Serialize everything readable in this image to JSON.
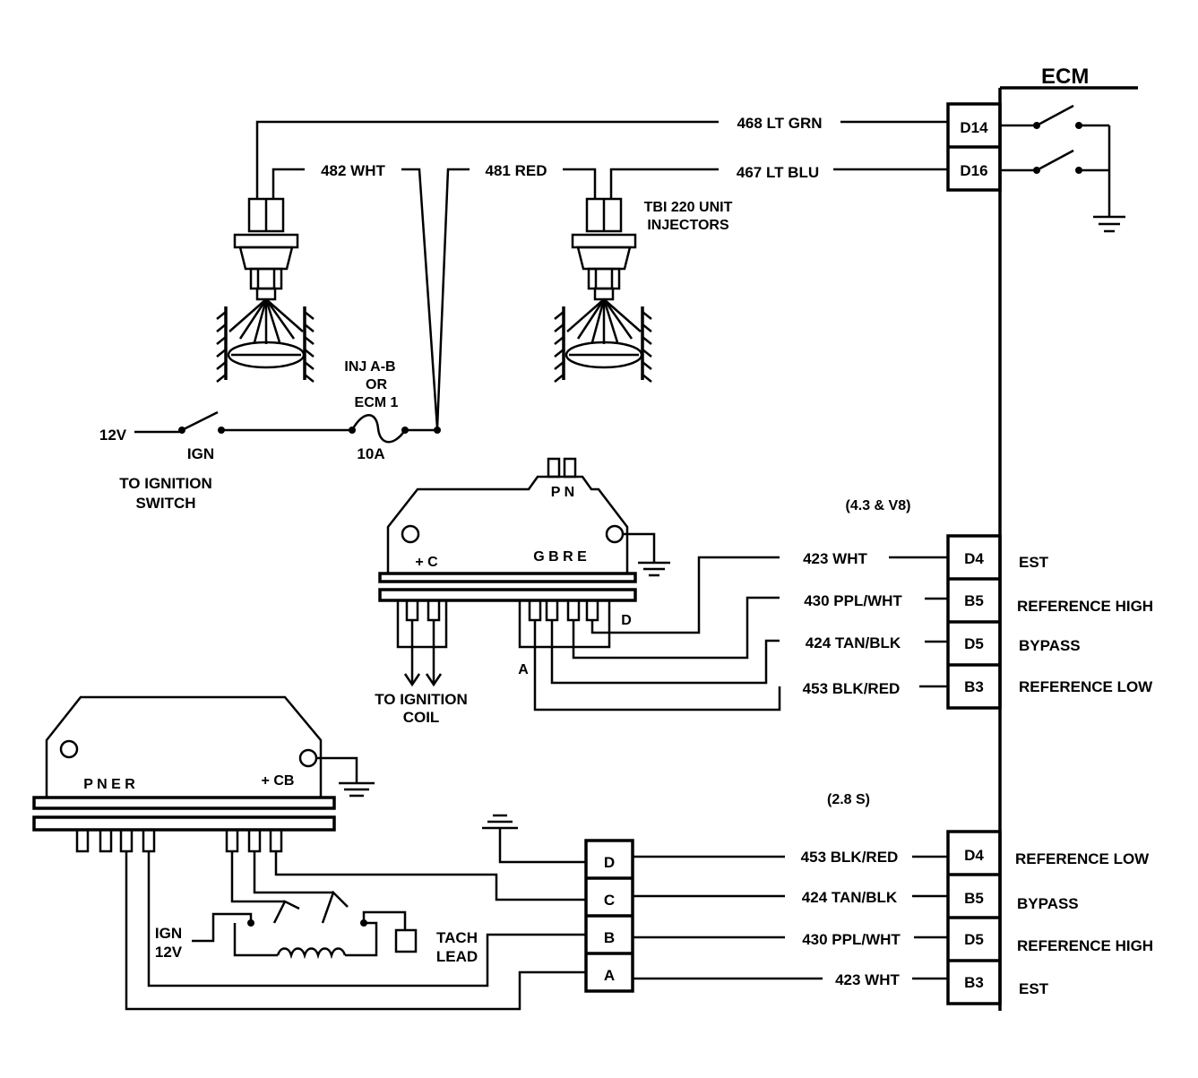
{
  "ecm": {
    "label": "ECM"
  },
  "injectors": {
    "wire_468": "468  LT GRN",
    "wire_482": "482  WHT",
    "wire_481": "481  RED",
    "wire_467": "467  LT BLU",
    "label_line1": "TBI 220 UNIT",
    "label_line2": "INJECTORS",
    "pin_d14": "D14",
    "pin_d16": "D16"
  },
  "power": {
    "v12": "12V",
    "ign": "IGN",
    "switch_line1": "TO IGNITION",
    "switch_line2": "SWITCH",
    "fuse_line1": "INJ A-B",
    "fuse_line2": "OR",
    "fuse_line3": "ECM 1",
    "fuse_rating": "10A"
  },
  "module_v8": {
    "variant": "(4.3 & V8)",
    "top_pins": "P N",
    "left_pins": "+ C",
    "right_pins": "G B R E",
    "pin_a": "A",
    "pin_d": "D",
    "coil_line1": "TO IGNITION",
    "coil_line2": "COIL",
    "rows": [
      {
        "wire": "423 WHT",
        "pin": "D4",
        "func": "EST"
      },
      {
        "wire": "430 PPL/WHT",
        "pin": "B5",
        "func": "REFERENCE HIGH"
      },
      {
        "wire": "424 TAN/BLK",
        "pin": "D5",
        "func": "BYPASS"
      },
      {
        "wire": "453 BLK/RED",
        "pin": "B3",
        "func": "REFERENCE LOW"
      }
    ]
  },
  "module_28": {
    "variant": "(2.8 S)",
    "left_pins": "P N E R",
    "right_pins": "+ CB",
    "ign_line1": "IGN",
    "ign_line2": "12V",
    "tach_line1": "TACH",
    "tach_line2": "LEAD",
    "connector": [
      "D",
      "C",
      "B",
      "A"
    ],
    "rows": [
      {
        "wire": "453 BLK/RED",
        "pin": "D4",
        "func": "REFERENCE LOW"
      },
      {
        "wire": "424 TAN/BLK",
        "pin": "B5",
        "func": "BYPASS"
      },
      {
        "wire": "430 PPL/WHT",
        "pin": "D5",
        "func": "REFERENCE HIGH"
      },
      {
        "wire": "423 WHT",
        "pin": "B3",
        "func": "EST"
      }
    ]
  }
}
